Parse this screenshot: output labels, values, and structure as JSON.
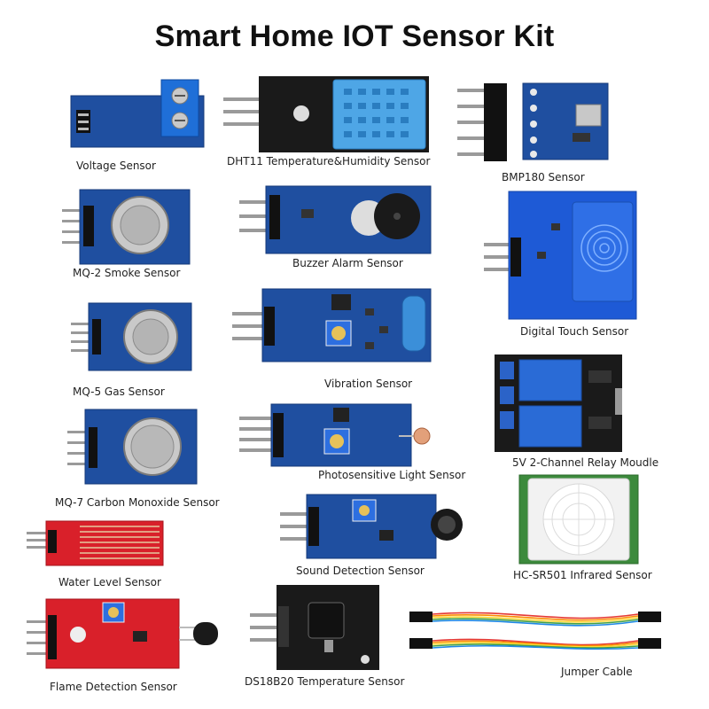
{
  "title": "Smart Home IOT Sensor Kit",
  "sensors": [
    {
      "label": "Voltage Sensor"
    },
    {
      "label": "DHT11 Temperature&Humidity Sensor"
    },
    {
      "label": "BMP180 Sensor"
    },
    {
      "label": "MQ-2 Smoke Sensor"
    },
    {
      "label": "Buzzer Alarm Sensor"
    },
    {
      "label": "Digital Touch Sensor"
    },
    {
      "label": "MQ-5 Gas Sensor"
    },
    {
      "label": "Vibration Sensor"
    },
    {
      "label": "5V 2-Channel Relay Moudle"
    },
    {
      "label": "MQ-7 Carbon Monoxide Sensor"
    },
    {
      "label": "Photosensitive Light Sensor"
    },
    {
      "label": "Water Level Sensor"
    },
    {
      "label": "Sound Detection Sensor"
    },
    {
      "label": "HC-SR501 Infrared Sensor"
    },
    {
      "label": "Flame Detection Sensor"
    },
    {
      "label": "DS18B20 Temperature Sensor"
    },
    {
      "label": "Jumper Cable"
    }
  ],
  "colors": {
    "pcb_blue": "#1f4fa0",
    "pcb_red": "#d9202a",
    "pcb_black": "#1a1a1a",
    "pcb_green": "#3c8a3c",
    "header_pin": "#9a9a9a"
  }
}
